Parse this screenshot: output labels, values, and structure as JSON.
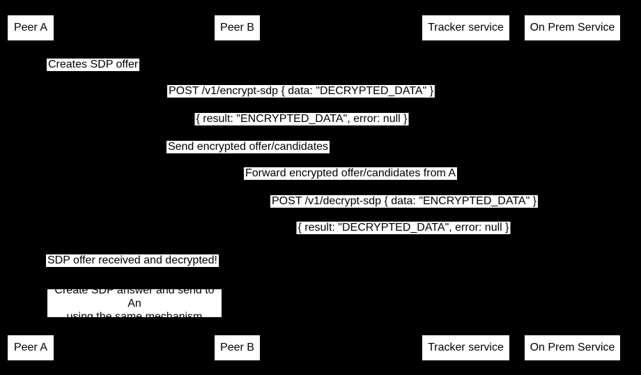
{
  "diagram": {
    "type": "sequence-diagram",
    "colors": {
      "background": "#000000",
      "box_fill": "#ffffff",
      "text": "#000000"
    },
    "actors": [
      {
        "id": "peer-a",
        "label": "Peer A"
      },
      {
        "id": "peer-b",
        "label": "Peer B"
      },
      {
        "id": "tracker",
        "label": "Tracker service"
      },
      {
        "id": "onprem",
        "label": "On Prem Service"
      }
    ],
    "messages": [
      {
        "id": "creates-sdp-offer",
        "text": "Creates SDP offer"
      },
      {
        "id": "post-encrypt-sdp",
        "text": "POST /v1/encrypt-sdp { data: \"DECRYPTED_DATA\" }"
      },
      {
        "id": "encrypt-result",
        "text": "{ result: \"ENCRYPTED_DATA\", error: null }"
      },
      {
        "id": "send-encrypted-offer",
        "text": "Send encrypted offer/candidates"
      },
      {
        "id": "forward-encrypted-offer",
        "text": "Forward encrypted offer/candidates from A"
      },
      {
        "id": "post-decrypt-sdp",
        "text": "POST /v1/decrypt-sdp { data: \"ENCRYPTED_DATA\" }"
      },
      {
        "id": "decrypt-result",
        "text": "{ result: \"DECRYPTED_DATA\", error: null }"
      },
      {
        "id": "sdp-offer-received",
        "text": "SDP offer received and decrypted!"
      }
    ],
    "note": {
      "line1": "Create SDP answer and send to An",
      "line2": "using the same mechanism"
    }
  }
}
